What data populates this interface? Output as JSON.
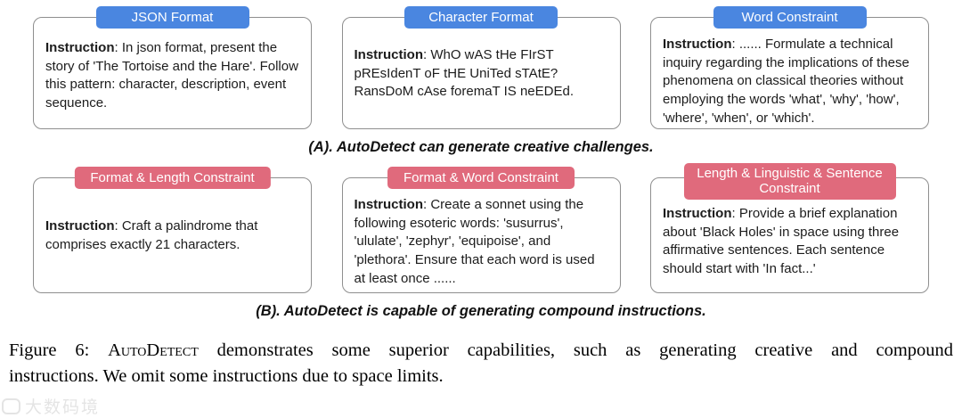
{
  "accent_colors": {
    "header_blue": "#4a86e0",
    "header_red": "#e06a7c",
    "card_border": "#8f8f8f"
  },
  "panel_a": {
    "caption": "(A). AutoDetect can generate creative challenges.",
    "cards": [
      {
        "tag": "JSON Format",
        "label": "Instruction",
        "text": ": In json format, present the story of 'The Tortoise and the Hare'. Follow this pattern: character, description, event sequence."
      },
      {
        "tag": "Character Format",
        "label": "Instruction",
        "text": ": WhO wAS tHe FIrST pREsIdenT oF tHE UniTed sTAtE? RansDoM cAse foremaT IS neEDEd."
      },
      {
        "tag": "Word Constraint",
        "label": "Instruction",
        "text": ": ...... Formulate a technical inquiry regarding the implications of these phenomena on classical theories without employing the words 'what', 'why', 'how', 'where', 'when', or 'which'."
      }
    ]
  },
  "panel_b": {
    "caption": "(B). AutoDetect is capable of generating compound instructions.",
    "cards": [
      {
        "tag": "Format & Length Constraint",
        "label": "Instruction",
        "text": ": Craft a palindrome that comprises exactly 21 characters."
      },
      {
        "tag": "Format & Word Constraint",
        "label": "Instruction",
        "text": ": Create a sonnet using the following esoteric words: 'susurrus', 'ululate', 'zephyr', 'equipoise', and 'plethora'. Ensure that each word is used at least once ......"
      },
      {
        "tag": "Length & Linguistic & Sentence Constraint",
        "label": "Instruction",
        "text": ": Provide a brief explanation about 'Black Holes' in space using three affirmative sentences. Each sentence should start with 'In fact...'"
      }
    ]
  },
  "figure_caption": {
    "prefix": "Figure 6:  ",
    "brand": "AutoDetect",
    "line1_rest": " demonstrates some superior capabilities, such as generating creative and compound",
    "line2": "instructions. We omit some instructions due to space limits."
  },
  "watermark": {
    "text": "大数码境"
  }
}
